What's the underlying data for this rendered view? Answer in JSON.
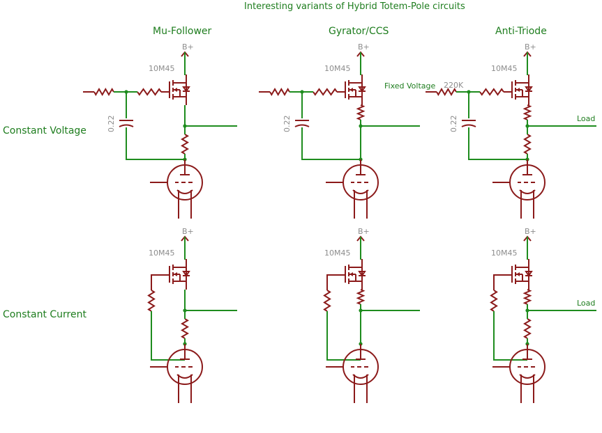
{
  "title": "Interesting variants of Hybrid Totem-Pole circuits",
  "columns": [
    "Mu-Follower",
    "Gyrator/CCS",
    "Anti-Triode"
  ],
  "rows": [
    "Constant Voltage",
    "Constant Current"
  ],
  "labels": {
    "bplus": "B+",
    "mosfet": "10M45",
    "cap": "0.22",
    "fixed_voltage": "Fixed Voltage",
    "r220k": "220K",
    "load": "Load"
  },
  "colors": {
    "wire": "#1e8c1e",
    "component": "#8b1a1a",
    "text_green": "#1e7d1e",
    "text_gray": "#8c8c8c"
  }
}
